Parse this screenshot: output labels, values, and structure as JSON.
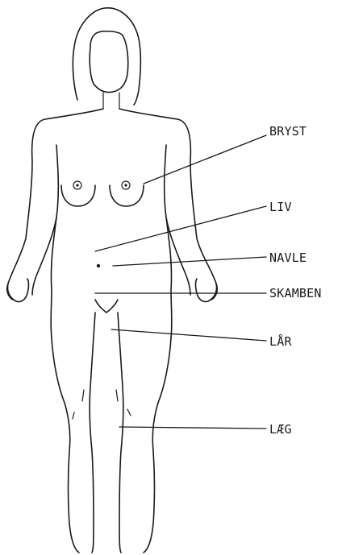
{
  "labels": {
    "bryst": "BRYST",
    "liv": "LIV",
    "navle": "NAVLE",
    "skamben": "SKAMBEN",
    "laar": "LÅR",
    "laeg": "LÆG"
  }
}
